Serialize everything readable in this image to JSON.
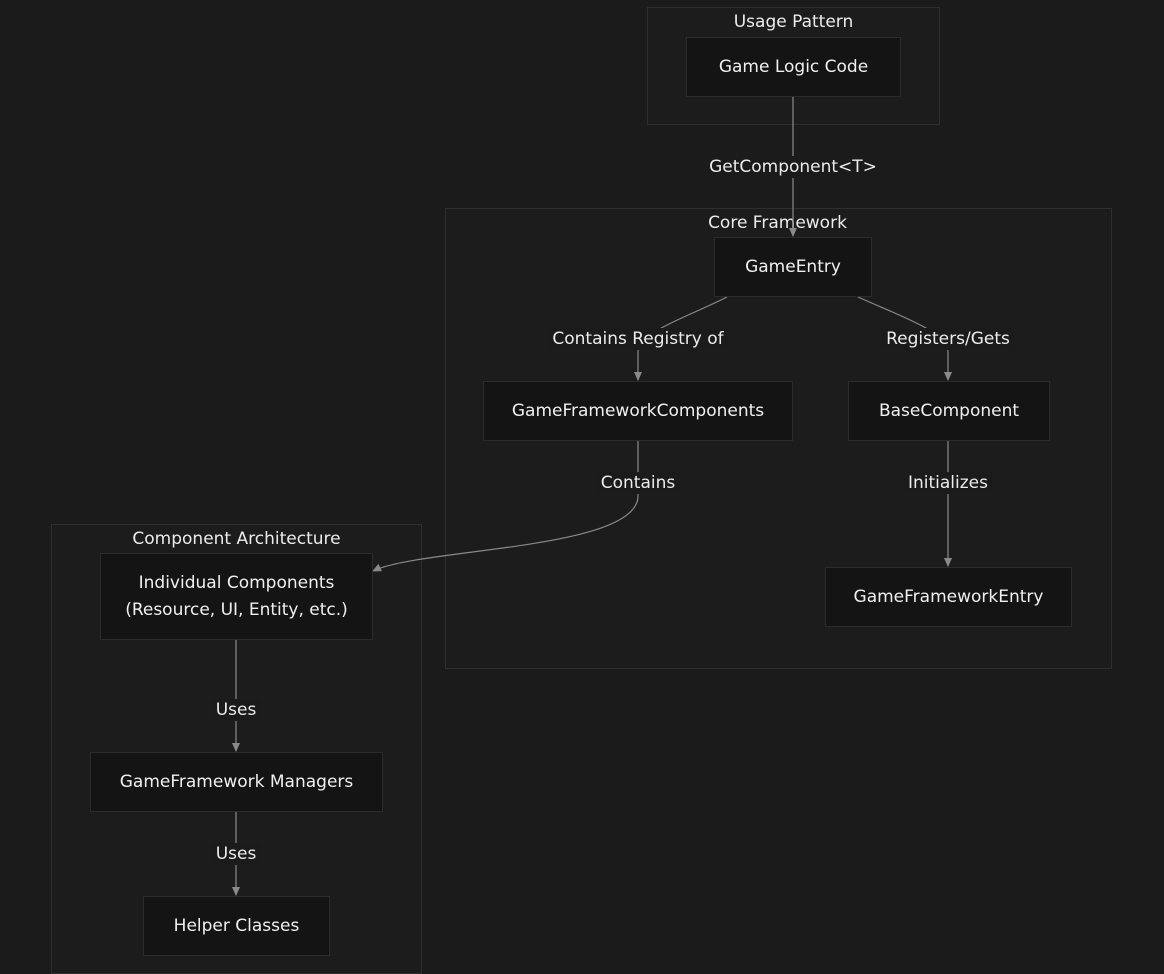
{
  "clusters": {
    "usage": {
      "title": "Usage Pattern"
    },
    "core": {
      "title": "Core Framework"
    },
    "component": {
      "title": "Component Architecture"
    }
  },
  "nodes": {
    "game_logic": "Game Logic Code",
    "game_entry": "GameEntry",
    "gf_components": "GameFrameworkComponents",
    "base_component": "BaseComponent",
    "gf_entry": "GameFrameworkEntry",
    "individual_line1": "Individual Components",
    "individual_line2": "(Resource, UI, Entity, etc.)",
    "managers": "GameFramework Managers",
    "helpers": "Helper Classes"
  },
  "edges": {
    "get_component": "GetComponent<T>",
    "contains_registry": "Contains Registry of",
    "registers_gets": "Registers/Gets",
    "contains": "Contains",
    "initializes": "Initializes",
    "uses1": "Uses",
    "uses2": "Uses"
  },
  "colors": {
    "background": "#1b1b1b",
    "node_fill": "#141414",
    "edge": "#8a8a8a",
    "text": "#ececec"
  }
}
